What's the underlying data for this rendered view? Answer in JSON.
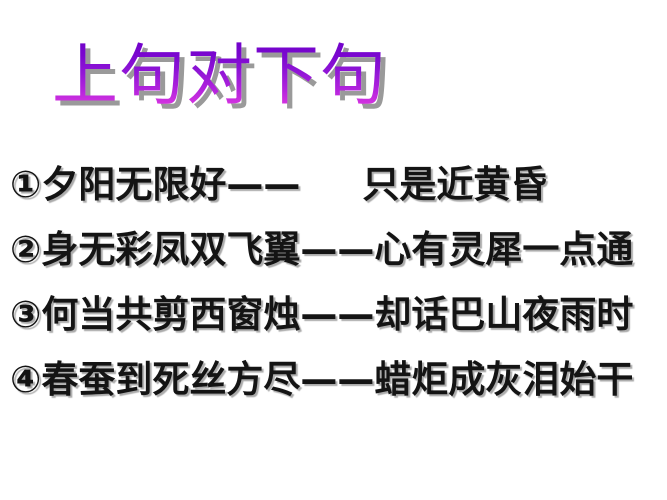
{
  "slide": {
    "background_color": "#ffffff",
    "title": {
      "text": "上句对下句",
      "gradient_top_color": "#6e00c8",
      "gradient_bottom_color": "#e246e4",
      "shadow_color": "#9a9a9a"
    },
    "body_text_color": "#141414",
    "body_shadow_color": "#969696",
    "dash": "——",
    "rows": [
      {
        "marker": "①",
        "upper": "夕阳无限好",
        "dash": "——",
        "lower": "只是近黄昏",
        "has_gap": true
      },
      {
        "marker": "②",
        "upper": "身无彩凤双飞翼",
        "dash": "——",
        "lower": "心有灵犀一点通",
        "has_gap": false
      },
      {
        "marker": "③",
        "upper": "何当共剪西窗烛",
        "dash": "——",
        "lower": "却话巴山夜雨时",
        "has_gap": false
      },
      {
        "marker": "④",
        "upper": "春蚕到死丝方尽",
        "dash": "——",
        "lower": "蜡炬成灰泪始干",
        "has_gap": false
      }
    ]
  }
}
